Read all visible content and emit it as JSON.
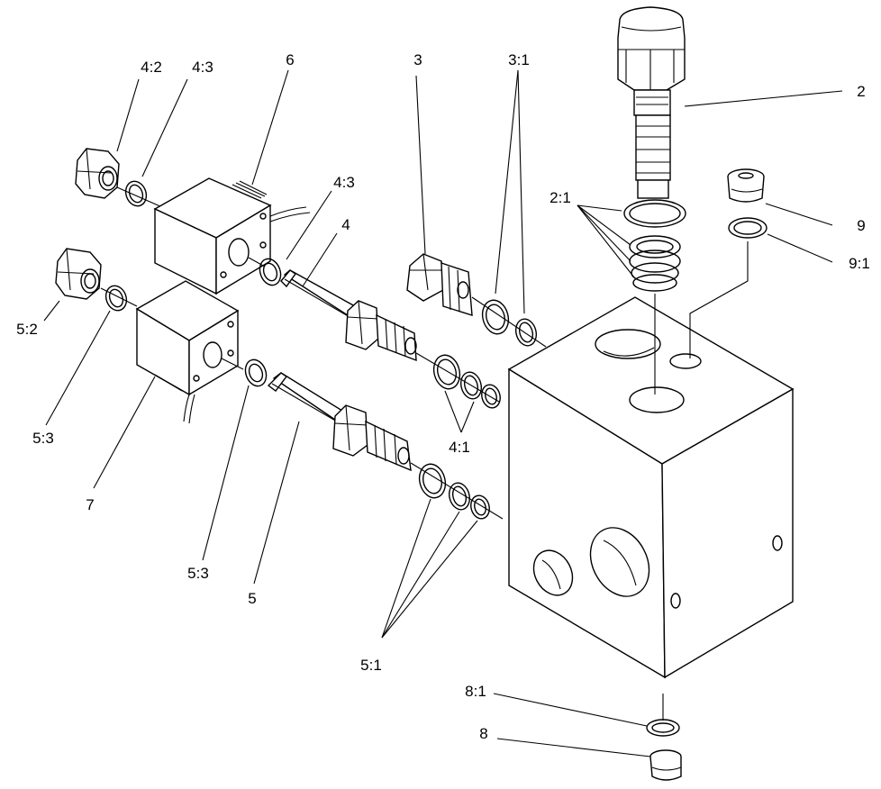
{
  "labels": {
    "l2": "2",
    "l2_1": "2:1",
    "l3": "3",
    "l3_1": "3:1",
    "l4": "4",
    "l4_1": "4:1",
    "l4_2": "4:2",
    "l4_3a": "4:3",
    "l4_3b": "4:3",
    "l5": "5",
    "l5_1": "5:1",
    "l5_2": "5:2",
    "l5_3a": "5:3",
    "l5_3b": "5:3",
    "l6": "6",
    "l7": "7",
    "l8": "8",
    "l8_1": "8:1",
    "l9": "9",
    "l9_1": "9:1"
  }
}
